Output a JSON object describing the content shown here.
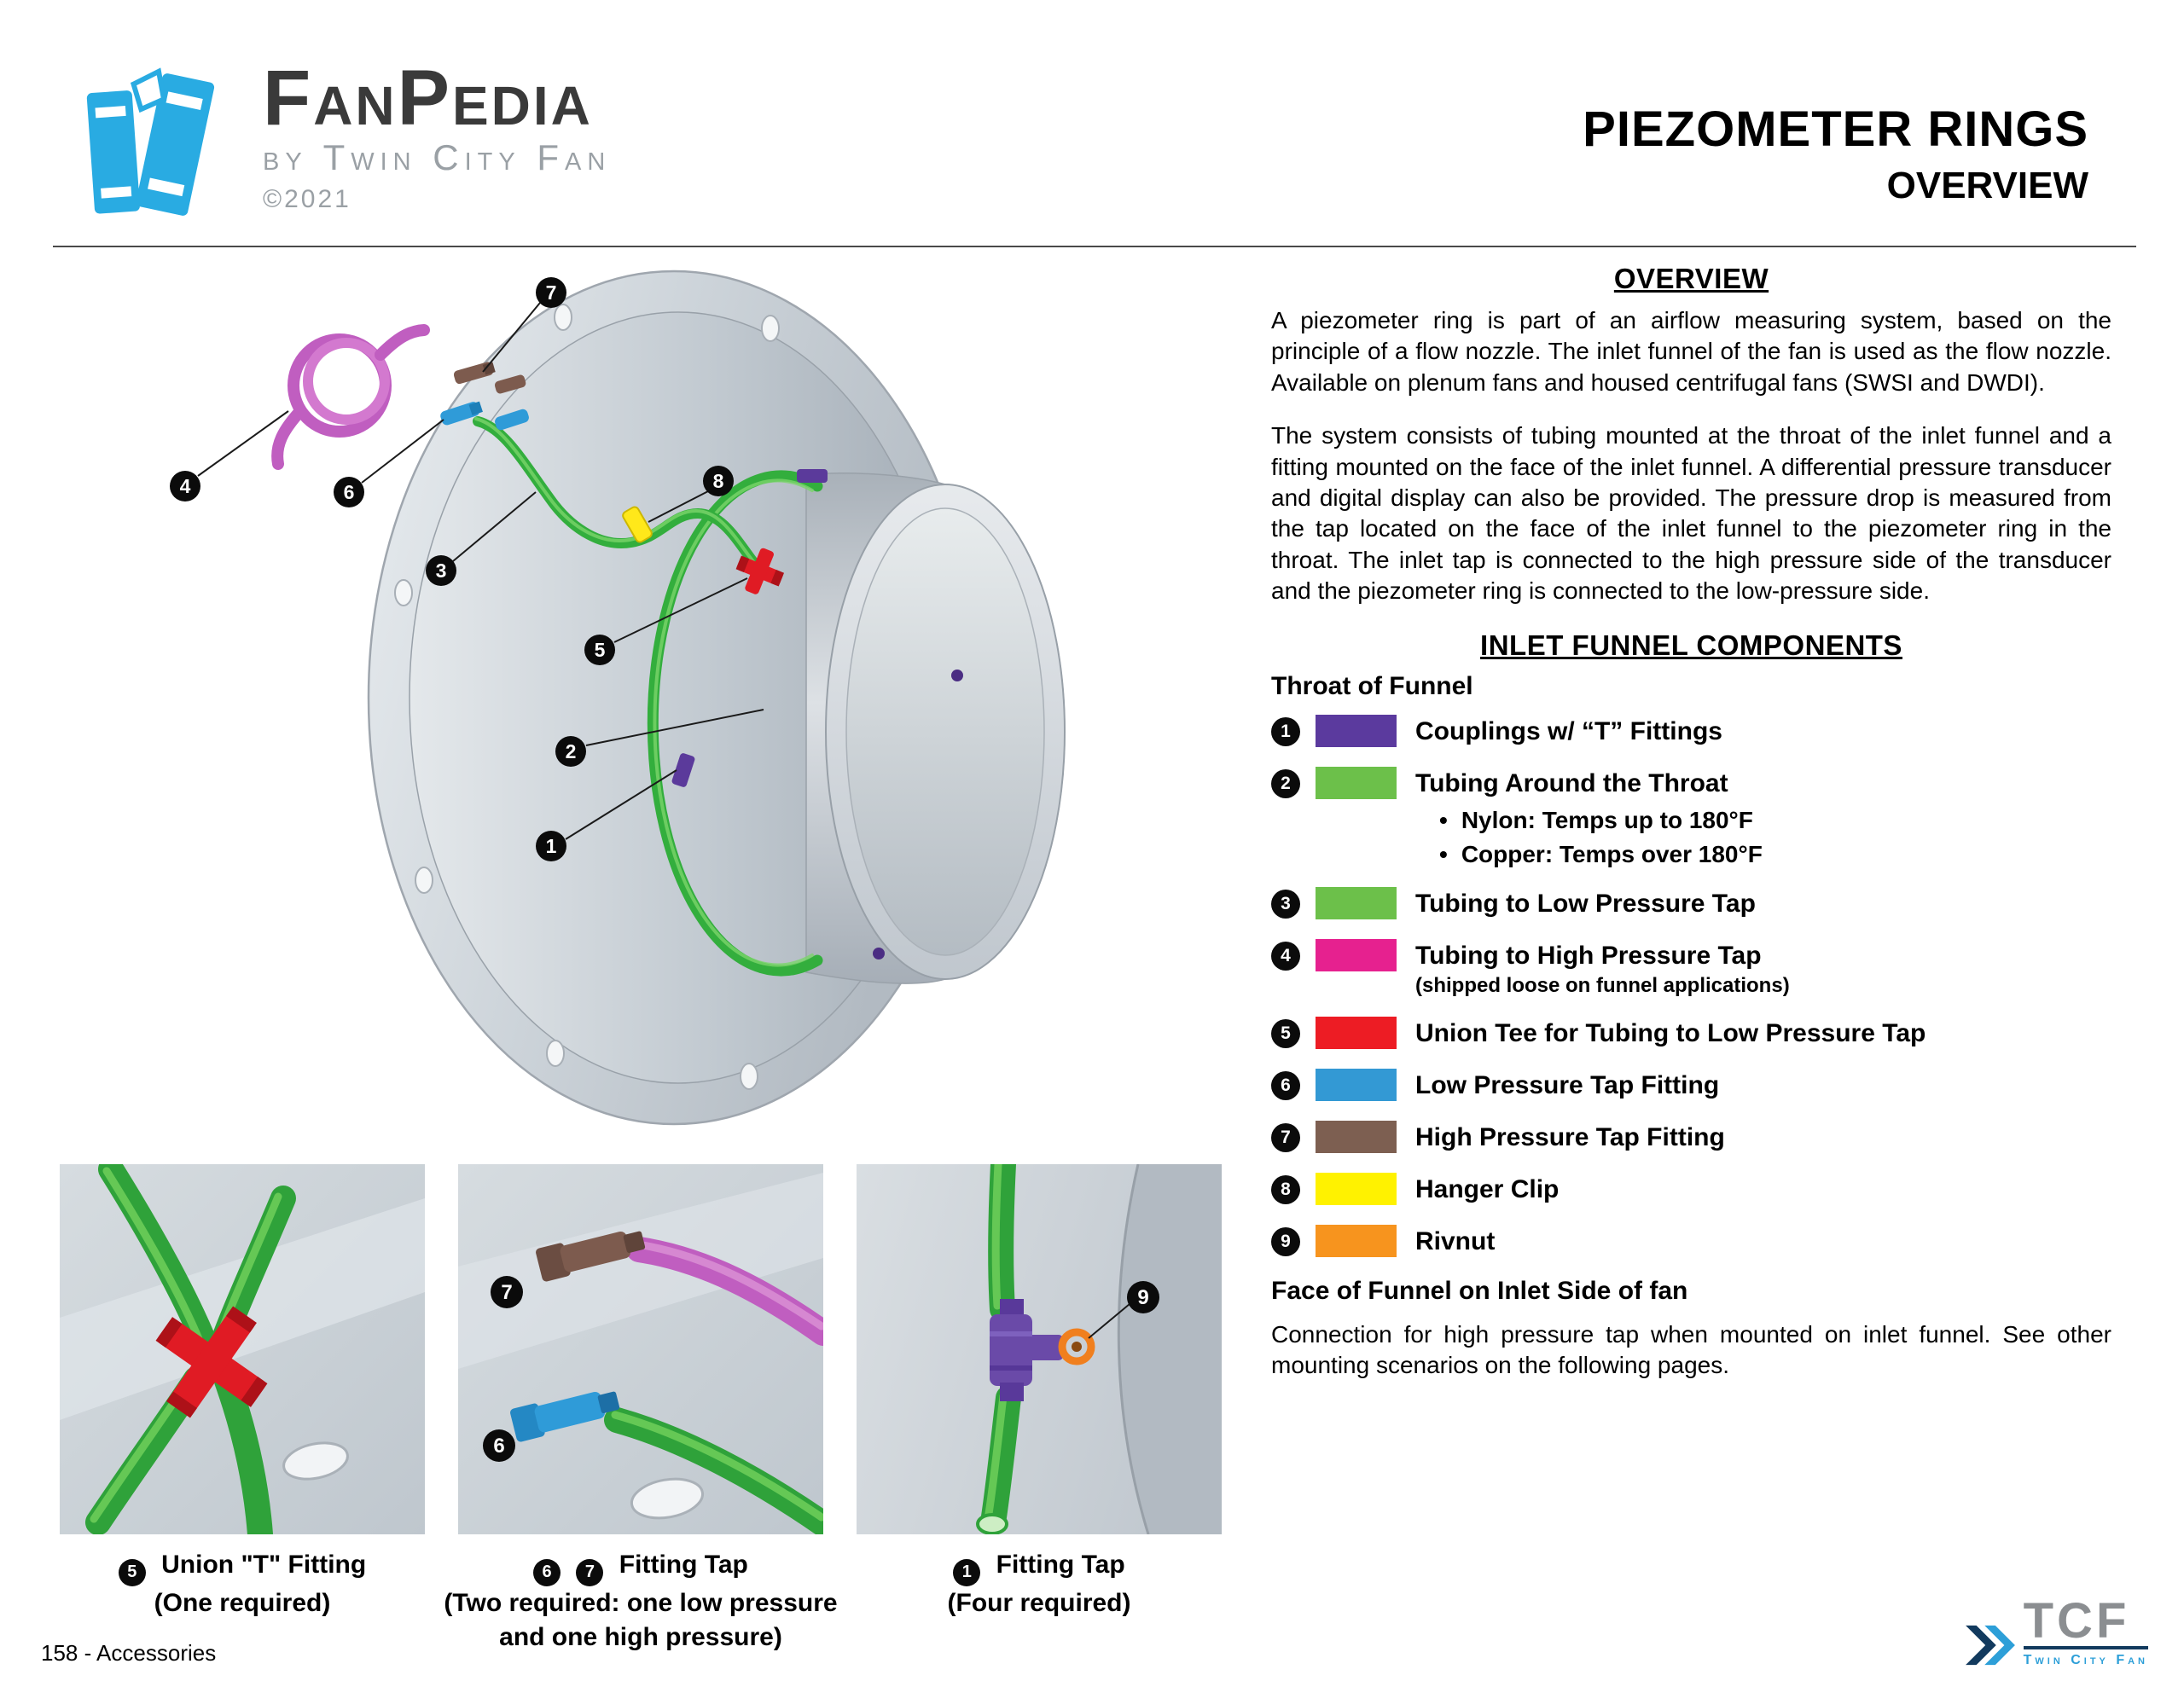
{
  "header": {
    "brand": "FanPedia",
    "tagline": "by Twin City Fan",
    "copyright": "©2021",
    "title": "PIEZOMETER RINGS",
    "subtitle": "OVERVIEW"
  },
  "overview": {
    "heading": "OVERVIEW",
    "paragraphs": [
      "A piezometer ring is part of an airflow measuring system, based on the principle of a flow nozzle. The inlet funnel of the fan is used as the flow nozzle. Available on plenum fans and housed centrifugal fans (SWSI and DWDI).",
      "The system consists of tubing mounted at the throat of the inlet funnel and a fitting mounted on the face of the inlet funnel. A differential pressure transducer and digital display can also be provided. The pressure drop is measured from the tap located on the face of the inlet funnel to the piezometer ring in the throat. The inlet tap is connected to the high pressure side of the transducer and the piezometer ring is connected to the low-pressure side."
    ]
  },
  "components": {
    "heading": "INLET FUNNEL COMPONENTS",
    "subheading": "Throat of Funnel",
    "items": [
      {
        "number": "1",
        "color": "#5b3a9e",
        "label": "Couplings w/ “T” Fittings"
      },
      {
        "number": "2",
        "color": "#6cc04a",
        "label": "Tubing Around the Throat",
        "bullets": [
          "Nylon: Temps up to 180°F",
          "Copper: Temps over 180°F"
        ]
      },
      {
        "number": "3",
        "color": "#6cc04a",
        "label": "Tubing to Low Pressure Tap"
      },
      {
        "number": "4",
        "color": "#e6218f",
        "label": "Tubing to High Pressure Tap",
        "note": "(shipped loose on funnel applications)"
      },
      {
        "number": "5",
        "color": "#ed1c24",
        "label": "Union Tee for Tubing to Low Pressure Tap"
      },
      {
        "number": "6",
        "color": "#3399d4",
        "label": "Low Pressure Tap Fitting"
      },
      {
        "number": "7",
        "color": "#7d5f51",
        "label": "High Pressure Tap Fitting"
      },
      {
        "number": "8",
        "color": "#fff200",
        "label": "Hanger Clip"
      },
      {
        "number": "9",
        "color": "#f7941e",
        "label": "Rivnut"
      }
    ],
    "footer_heading": "Face of Funnel on Inlet Side of fan",
    "footer_text": "Connection for high pressure tap when mounted on inlet funnel. See other mounting scenarios on the following pages."
  },
  "diagram": {
    "callouts": [
      "7",
      "4",
      "6",
      "8",
      "3",
      "5",
      "2",
      "1"
    ]
  },
  "insets": [
    {
      "caption_numbers": [
        "5"
      ],
      "title": "Union \"T\" Fitting",
      "subtitle": "(One required)"
    },
    {
      "caption_numbers": [
        "6",
        "7"
      ],
      "title": "Fitting Tap",
      "subtitle": "(Two required: one low pressure and one high pressure)",
      "image_numbers": [
        "7",
        "6"
      ]
    },
    {
      "caption_numbers": [
        "1"
      ],
      "title": "Fitting Tap",
      "subtitle": "(Four required)",
      "image_numbers": [
        "9"
      ]
    }
  ],
  "footer": {
    "page_label": "158 - Accessories",
    "brand": {
      "name": "TCF",
      "sub": "Twin City Fan"
    }
  }
}
